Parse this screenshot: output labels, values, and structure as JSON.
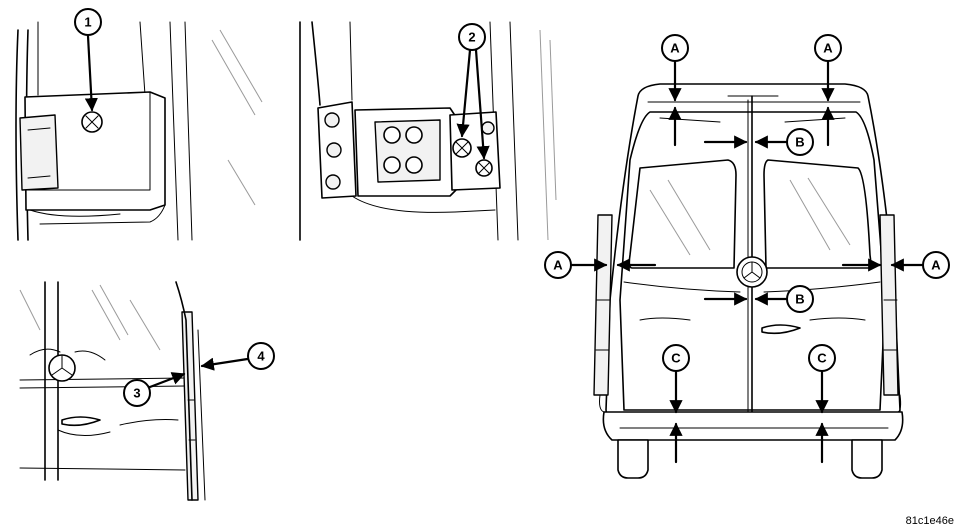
{
  "callouts": {
    "hinge_bolt": "1",
    "hinge_screws": "2",
    "seal_inner": "3",
    "seal_outer": "4",
    "gap_a": "A",
    "gap_b": "B",
    "gap_c": "C"
  },
  "reference_code": "81c1e46e"
}
